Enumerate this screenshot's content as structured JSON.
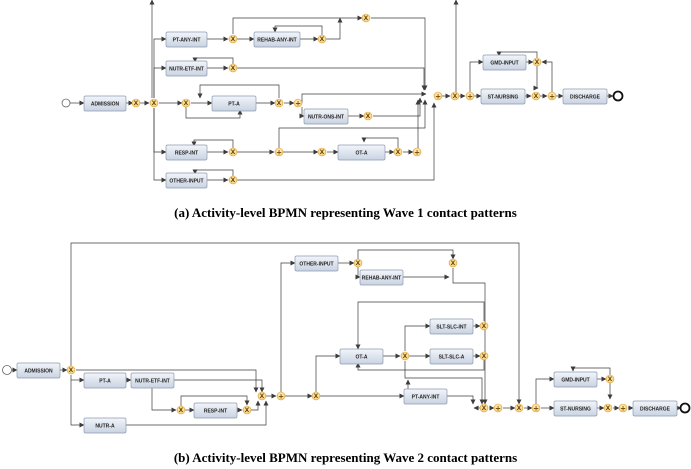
{
  "captions": {
    "a": "(a)  Activity-level BPMN representing Wave 1 contact patterns",
    "b": "(b)  Activity-level BPMN representing Wave 2 contact patterns"
  },
  "colors": {
    "task_fill_top": "#f2f5fa",
    "task_fill_bottom": "#c9d3e2",
    "task_stroke": "#8e9bb0",
    "gateway_fill": "#fde2a8",
    "gateway_stroke": "#d9a441",
    "flow": "#3c3c3c"
  },
  "diagram_a": {
    "tasks": {
      "admission": "ADMISSION",
      "pt_any_int": "PT-ANY-INT",
      "rehab_any_int": "REHAB-ANY-INT",
      "nutr_etf_int": "NUTR-ETF-INT",
      "pt_a": "PT-A",
      "nutr_ons_int": "NUTR-ONS-INT",
      "resp_int": "RESP-INT",
      "ot_a": "OT-A",
      "other_input": "OTHER-INPUT",
      "gmd_input": "GMD-INPUT",
      "st_nursing": "ST-NURSING",
      "discharge": "DISCHARGE"
    }
  },
  "diagram_b": {
    "tasks": {
      "admission": "ADMISSION",
      "pt_a": "PT-A",
      "nutr_etf_int": "NUTR-ETF-INT",
      "resp_int": "RESP-INT",
      "nutr_a": "NUTR-A",
      "other_input": "OTHER-INPUT",
      "rehab_any_int": "REHAB-ANY-INT",
      "slt_slc_int": "SLT-SLC-INT",
      "ot_a": "OT-A",
      "slt_slc_a": "SLT-SLC-A",
      "pt_any_int": "PT-ANY-INT",
      "gmd_input": "GMD-INPUT",
      "st_nursing": "ST-NURSING",
      "discharge": "DISCHARGE"
    }
  },
  "gateway_symbols": {
    "exclusive": "X",
    "parallel": "+"
  }
}
